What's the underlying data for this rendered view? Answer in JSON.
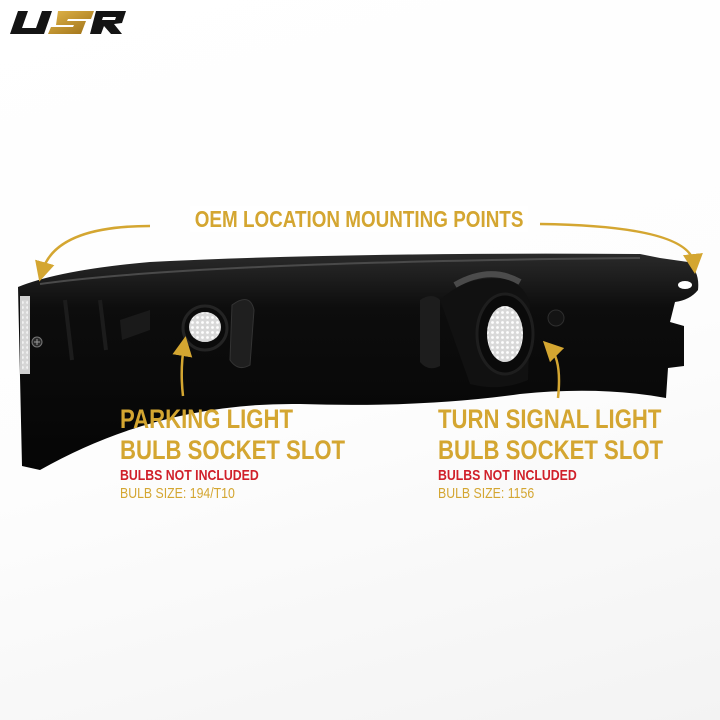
{
  "brand": {
    "logo_text": "USR",
    "colors": {
      "dark": "#111111",
      "gold": "#c9972a"
    }
  },
  "headline": "OEM LOCATION MOUNTING POINTS",
  "callouts": [
    {
      "title_line1": "PARKING LIGHT",
      "title_line2": "BULB SOCKET SLOT",
      "note": "BULBS NOT INCLUDED",
      "bulb_size": "BULB SIZE: 194/T10"
    },
    {
      "title_line1": "TURN SIGNAL LIGHT",
      "title_line2": "BULB SOCKET SLOT",
      "note": "BULBS NOT INCLUDED",
      "bulb_size": "BULB SIZE: 1156"
    }
  ],
  "colors": {
    "gold_text": "#d4a631",
    "red_text": "#d0202a",
    "product_black": "#0a0a0a"
  }
}
